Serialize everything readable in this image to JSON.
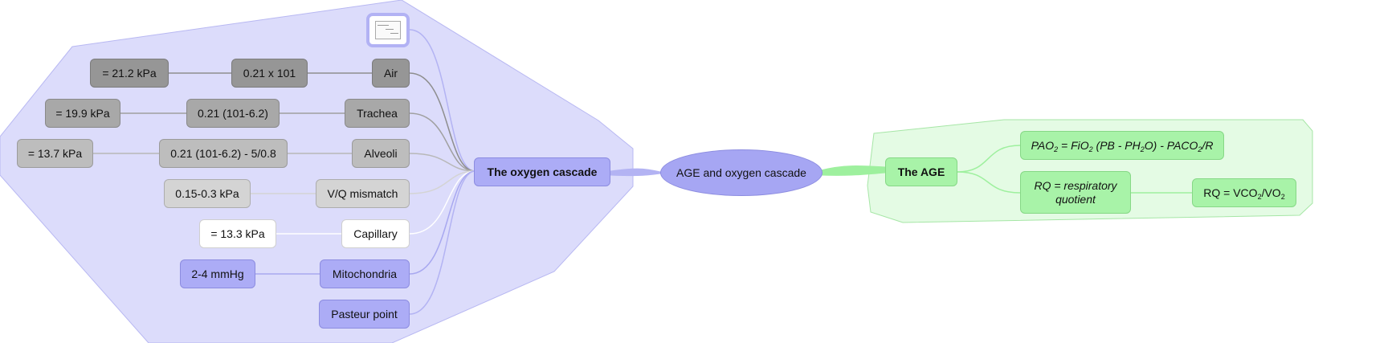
{
  "central": "AGE and oxygen cascade",
  "left_branch": {
    "title": "The oxygen cascade",
    "image_label": "",
    "rows": [
      {
        "label": "Air",
        "mid": "0.21 x 101",
        "value": "= 21.2 kPa"
      },
      {
        "label": "Trachea",
        "mid": "0.21 (101-6.2)",
        "value": "= 19.9 kPa"
      },
      {
        "label": "Alveoli",
        "mid": "0.21 (101-6.2) - 5/0.8",
        "value": "= 13.7 kPa"
      },
      {
        "label": "V/Q mismatch",
        "value": "0.15-0.3 kPa"
      },
      {
        "label": "Capillary",
        "value": "= 13.3 kPa"
      },
      {
        "label": "Mitochondria",
        "value": "2-4 mmHg"
      },
      {
        "label": "Pasteur point"
      }
    ]
  },
  "right_branch": {
    "title": "The AGE",
    "formula": {
      "p1": "PAO",
      "s1": "2",
      "p2": " = FiO",
      "s2": "2",
      "p3": " (PB - PH",
      "s3": "2",
      "p4": "O) - PACO",
      "s4": "2",
      "p5": "/R"
    },
    "rq_label": "RQ = respiratory quotient",
    "rq_formula": {
      "p1": "RQ = VCO",
      "s1": "2",
      "p2": "/VO",
      "s2": "2"
    }
  },
  "colors": {
    "blue_region": "#dcdcfb",
    "blue_region_border": "#b8b8f2",
    "green_region": "#e4fbe4",
    "green_region_border": "#a6e6a6",
    "blue_link": "#b3b3f3",
    "green_link": "#9ef09e"
  }
}
